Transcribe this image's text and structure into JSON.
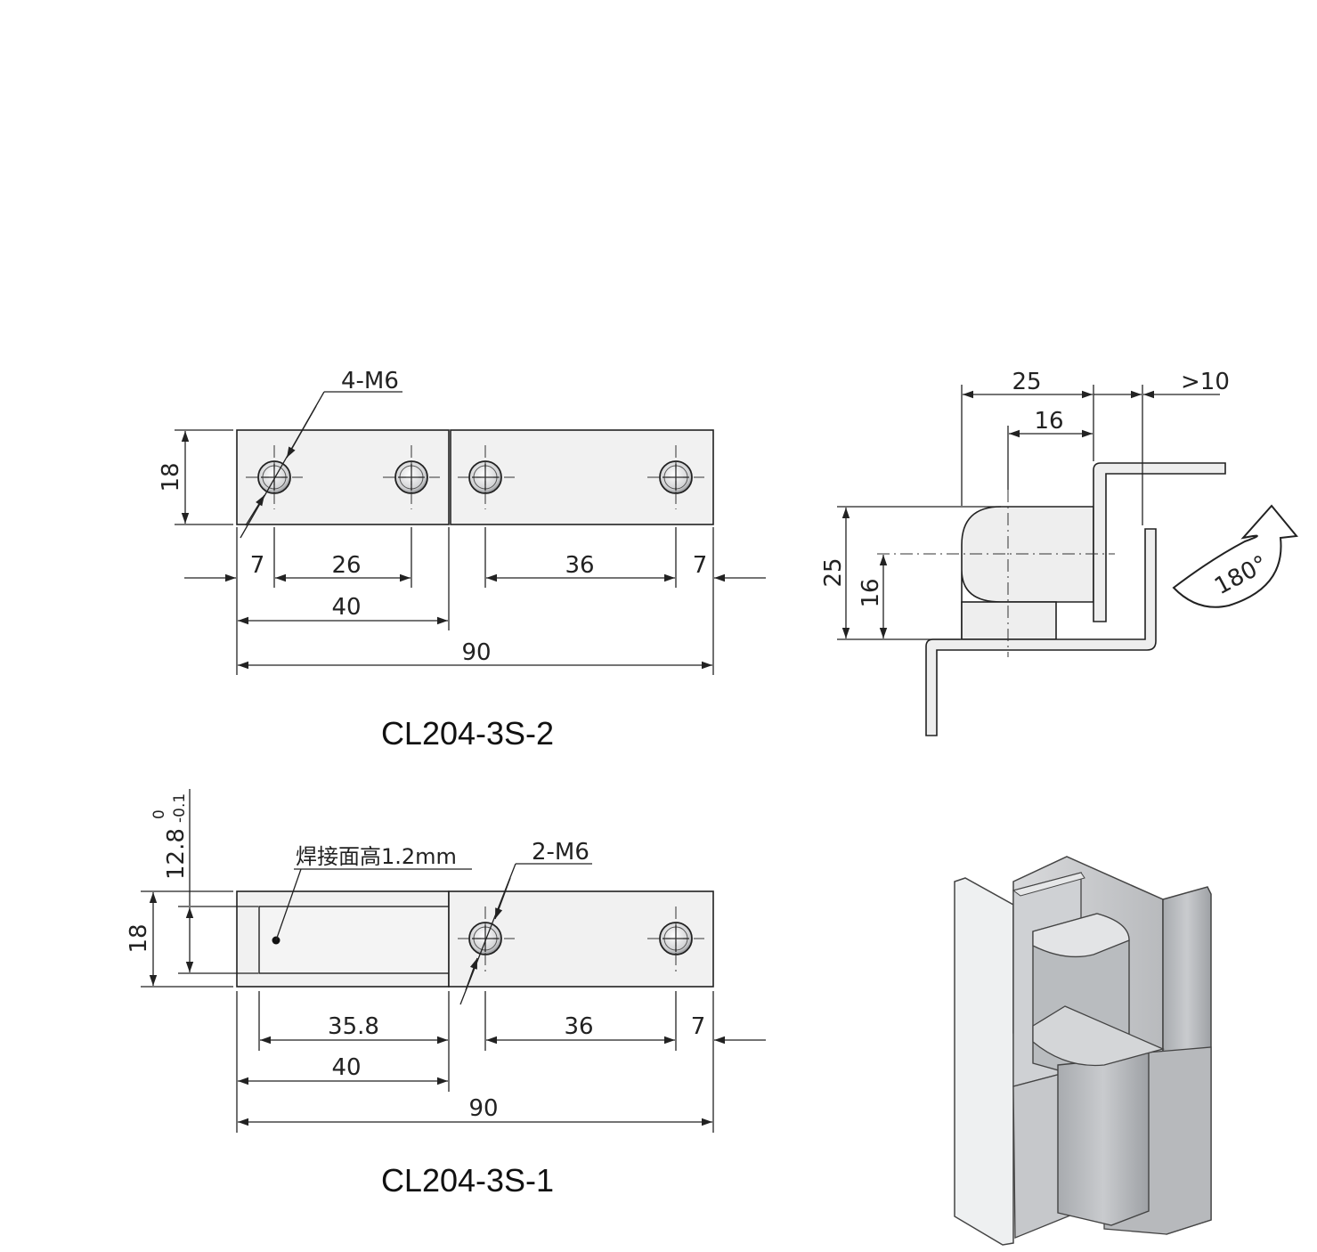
{
  "drawing_top": {
    "callout": "4-M6",
    "height_dim": "18",
    "dims": [
      "7",
      "26",
      "36",
      "7"
    ],
    "dim_40": "40",
    "dim_90": "90",
    "caption": "CL204-3S-2"
  },
  "drawing_bottom": {
    "tolerance_main": "12.8",
    "tolerance_upper": "0",
    "tolerance_lower": "-0.1",
    "weld_note": "焊接面高1.2mm",
    "callout": "2-M6",
    "height_dim": "18",
    "dims": [
      "35.8",
      "36",
      "7"
    ],
    "dim_40": "40",
    "dim_90": "90",
    "caption": "CL204-3S-1"
  },
  "side_view": {
    "dim_top_25": "25",
    "dim_top_16": "16",
    "dim_gap": ">10",
    "dim_left_25": "25",
    "dim_left_16": "16",
    "rotation": "180°"
  }
}
